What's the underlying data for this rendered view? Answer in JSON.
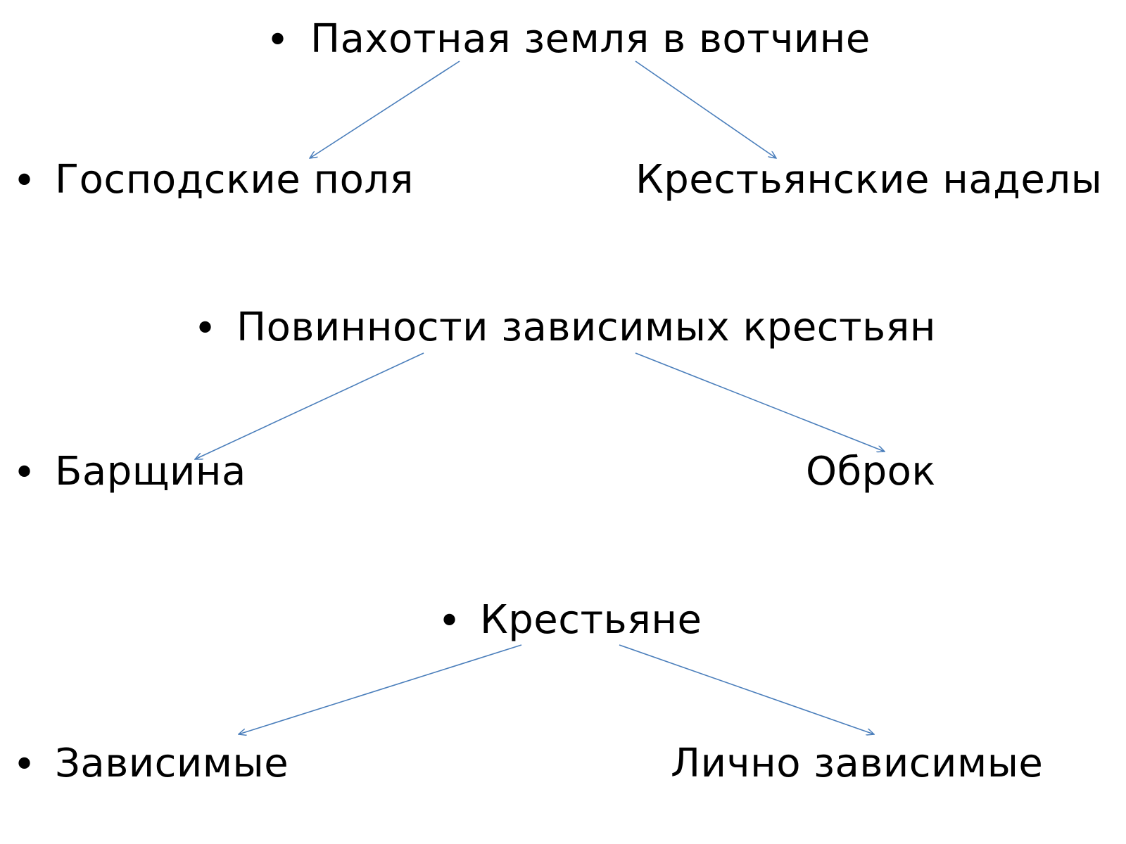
{
  "colors": {
    "arrow": "#4a7ebb",
    "text": "#000000",
    "background": "#ffffff"
  },
  "groups": [
    {
      "parent": "Пахотная земля в вотчине",
      "left_child": "Господские поля",
      "right_child": "Крестьянские наделы"
    },
    {
      "parent": "Повинности зависимых крестьян",
      "left_child": "Барщина",
      "right_child": "Оброк"
    },
    {
      "parent": "Крестьяне",
      "left_child": "Зависимые",
      "right_child": "Лично зависимые"
    }
  ]
}
